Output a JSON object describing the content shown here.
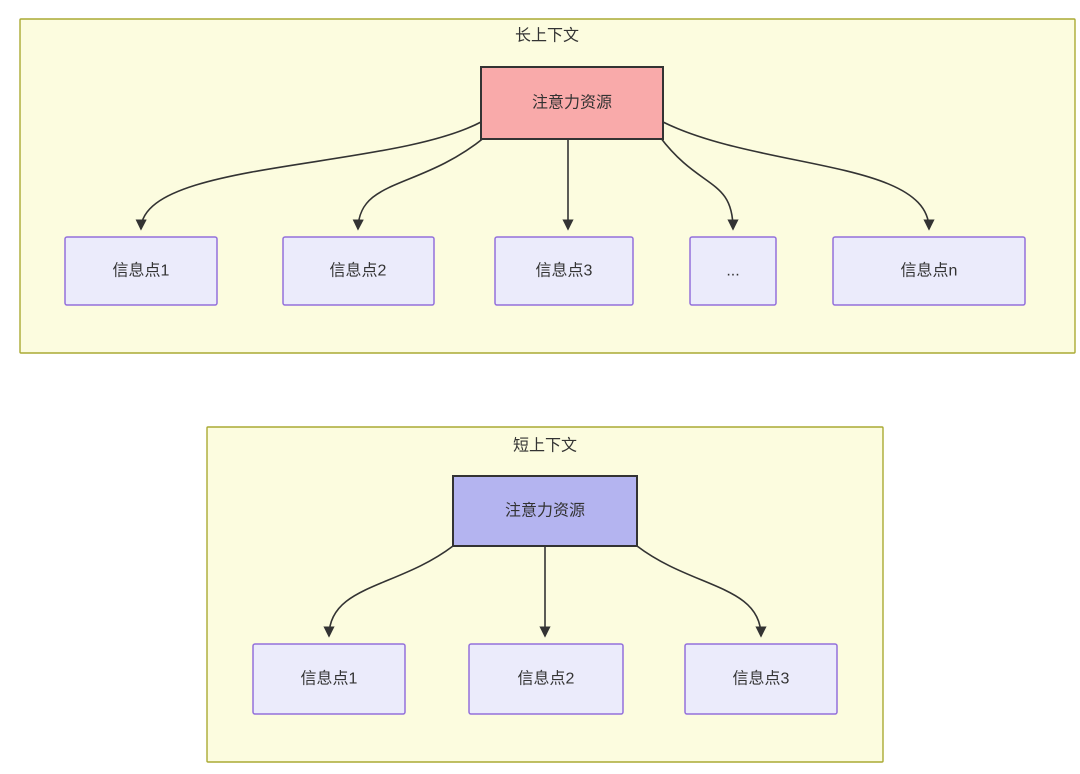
{
  "diagram": {
    "long_context": {
      "title": "长上下文",
      "root": "注意力资源",
      "children": [
        "信息点1",
        "信息点2",
        "信息点3",
        "...",
        "信息点n"
      ]
    },
    "short_context": {
      "title": "短上下文",
      "root": "注意力资源",
      "children": [
        "信息点1",
        "信息点2",
        "信息点3"
      ]
    },
    "colors": {
      "container_fill": "#fcfcdf",
      "container_border": "#aaaa33",
      "long_root_fill": "#f9aaaa",
      "short_root_fill": "#b4b4f0",
      "root_border": "#333333",
      "node_fill": "#ebebfb",
      "node_border": "#9370db",
      "edge": "#333333",
      "text": "#333333"
    }
  }
}
